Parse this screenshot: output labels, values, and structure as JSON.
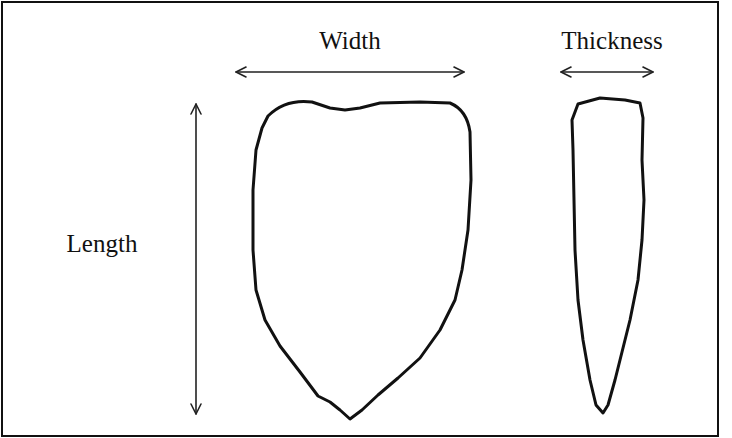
{
  "diagram": {
    "labels": [
      "Width",
      "Thickness",
      "Length"
    ]
  }
}
